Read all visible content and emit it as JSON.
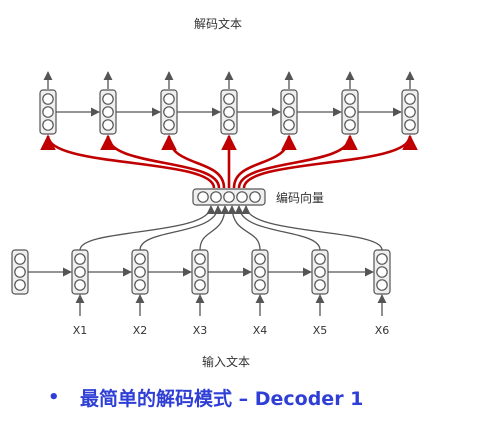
{
  "diagram": {
    "top_label": "解码文本",
    "encoder_vector_label": "编码向量",
    "bottom_label": "输入文本",
    "inputs": [
      "X1",
      "X2",
      "X3",
      "X4",
      "X5",
      "X6"
    ],
    "colors": {
      "cell_stroke": "#555555",
      "cell_fill": "#efefef",
      "arrow_gray": "#555555",
      "arrow_red": "#c00000",
      "bullet_text": "#2f3fd6"
    }
  },
  "bullet": {
    "dot": "•",
    "text": "最简单的解码模式 – Decoder 1"
  }
}
